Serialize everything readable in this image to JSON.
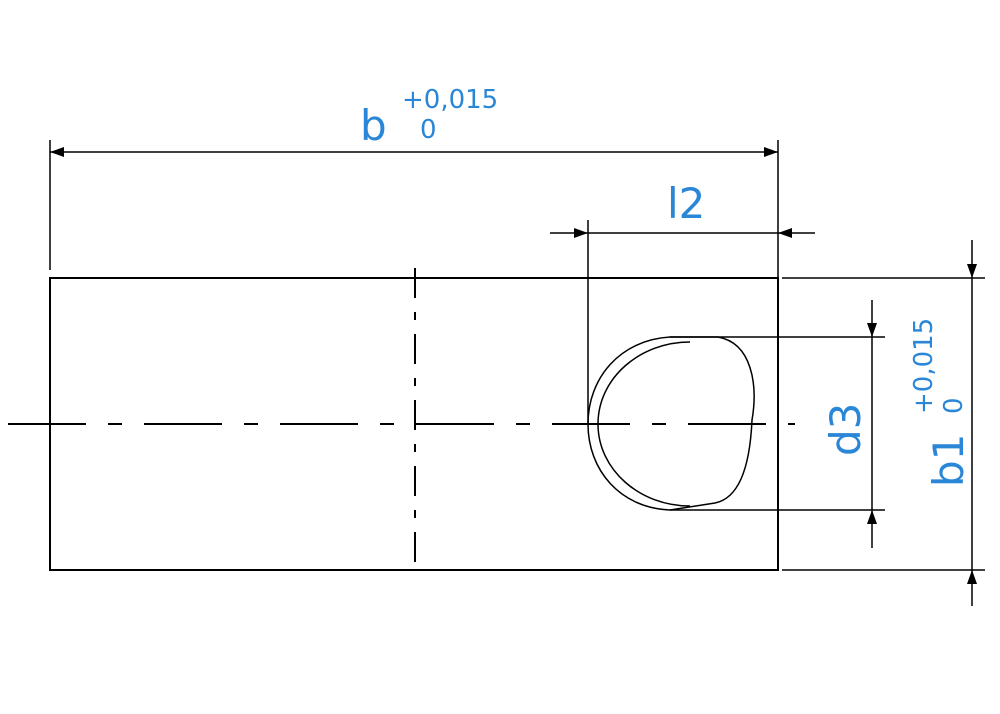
{
  "dimensions": {
    "b": {
      "label": "b",
      "tol_upper": "+0,015",
      "tol_lower": "0"
    },
    "l2": {
      "label": "l2"
    },
    "d3": {
      "label": "d3"
    },
    "b1": {
      "label": "b1",
      "tol_upper": "+0,015",
      "tol_lower": "0"
    }
  },
  "colors": {
    "label": "#2a86d6",
    "line": "#000000",
    "background": "#ffffff"
  }
}
